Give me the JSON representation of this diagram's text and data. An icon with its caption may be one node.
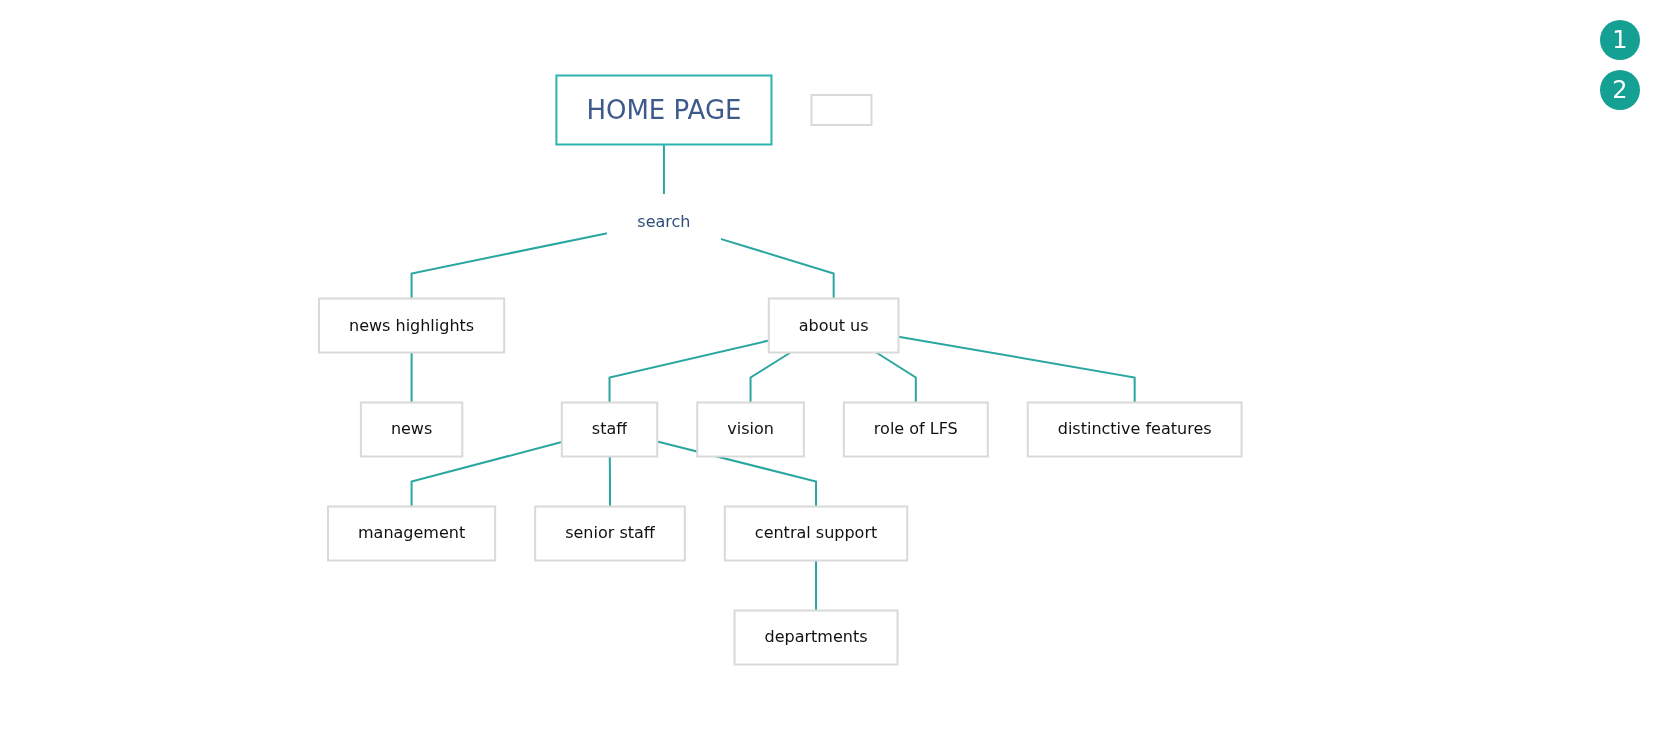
{
  "diagram": {
    "nodes": [
      {
        "text": [
          "HOME PAGE"
        ]
      },
      {
        "text": [
          "search"
        ]
      },
      {
        "text": [
          "news highlights"
        ]
      },
      {
        "text": [
          "about us"
        ]
      },
      {
        "text": [],
        "shape": "box"
      },
      {
        "text": [
          "news"
        ]
      },
      {
        "text": [
          "staff"
        ]
      },
      {
        "text": [
          "vision"
        ]
      },
      {
        "text": [
          "role of LFS"
        ]
      },
      {
        "text": [
          "distinctive features"
        ]
      },
      {
        "text": [
          "management"
        ]
      },
      {
        "text": [
          "senior staff"
        ]
      },
      {
        "text": [
          "central support"
        ]
      },
      {
        "text": [
          "departments"
        ]
      }
    ],
    "edges": [
      {
        "from": 0,
        "to": 1,
        "arrow": "none"
      },
      {
        "from": 1,
        "to": 2,
        "arrow": "none"
      },
      {
        "from": 1,
        "to": 3,
        "arrow": "none"
      },
      {
        "from": 2,
        "to": 5,
        "arrow": "none"
      },
      {
        "from": 3,
        "to": 6,
        "arrow": "none"
      },
      {
        "from": 3,
        "to": 7,
        "arrow": "none"
      },
      {
        "from": 3,
        "to": 8,
        "arrow": "none"
      },
      {
        "from": 3,
        "to": 9,
        "arrow": "none"
      },
      {
        "from": 6,
        "to": 10,
        "arrow": "none"
      },
      {
        "from": 6,
        "to": 11,
        "arrow": "none"
      },
      {
        "from": 6,
        "to": 12,
        "arrow": "none"
      },
      {
        "from": 12,
        "to": 13,
        "arrow": "none"
      }
    ],
    "labels": [
      "1",
      "2"
    ]
  }
}
